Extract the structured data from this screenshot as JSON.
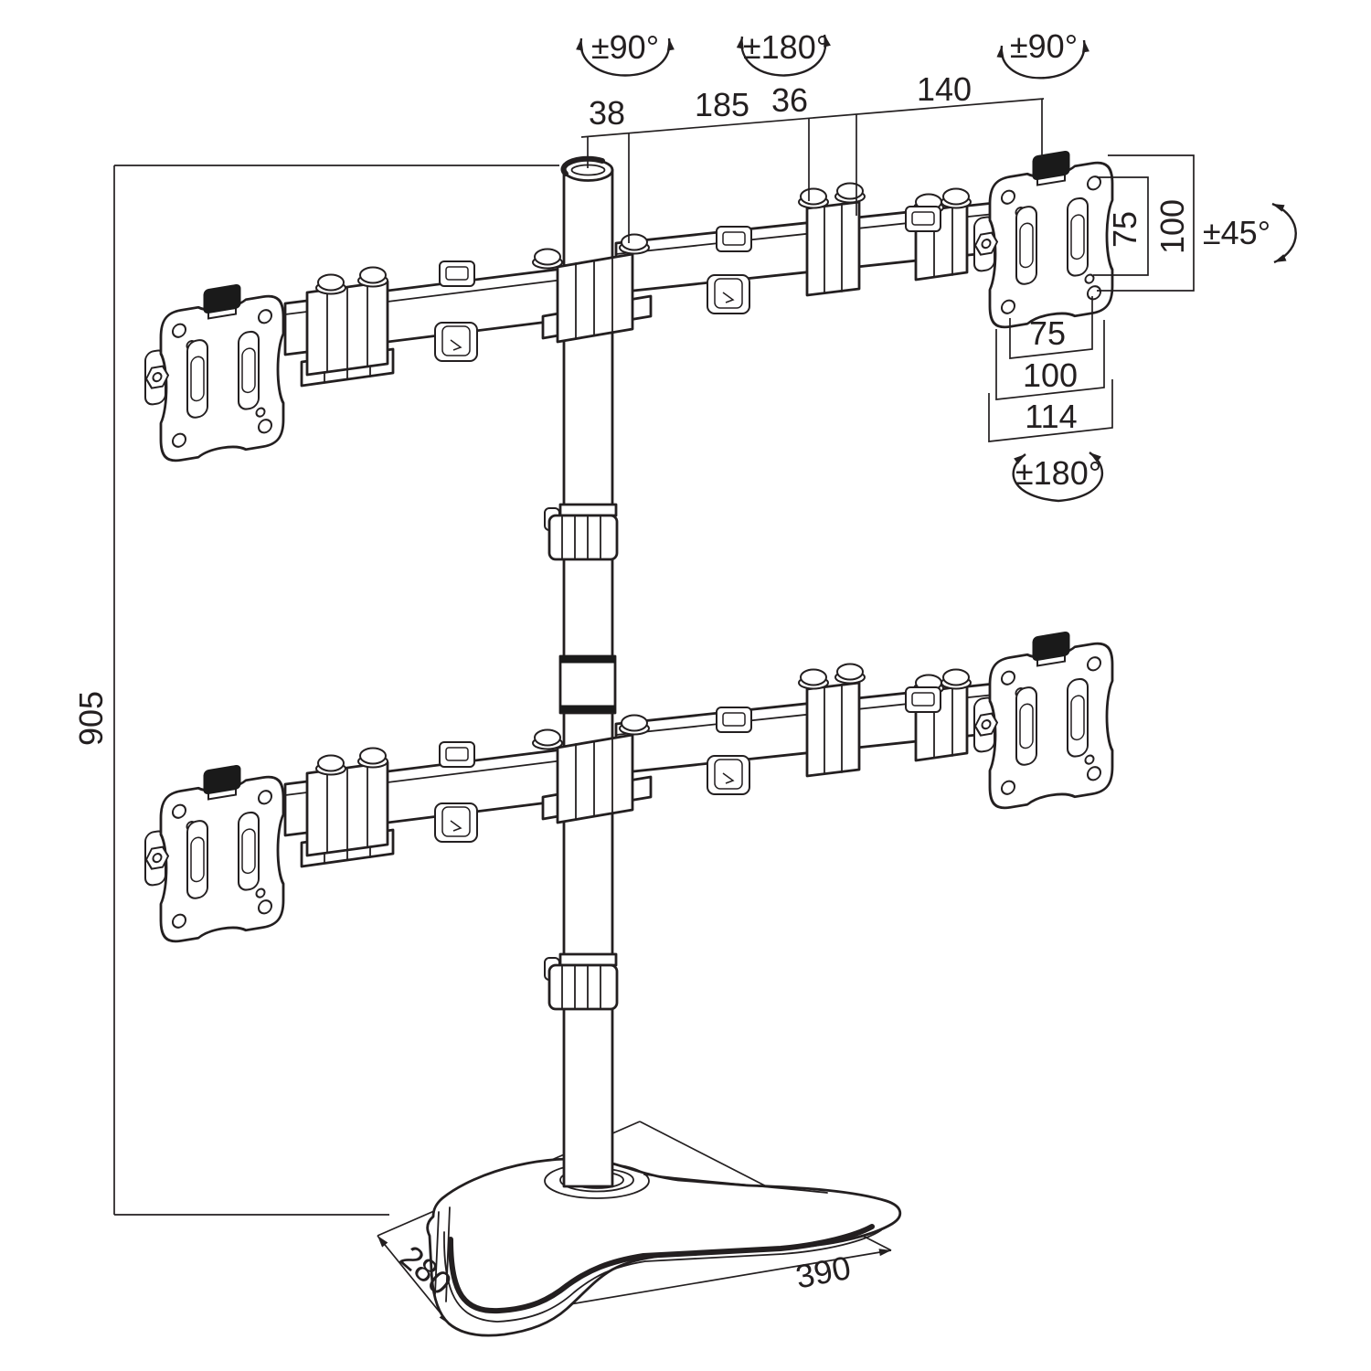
{
  "colors": {
    "line": "#231f20",
    "knob": "#1a1a1a",
    "background": "#ffffff"
  },
  "dimensions": {
    "top_chain": {
      "pole_offset": "38",
      "arm_inner": "185",
      "joint_width": "36",
      "arm_outer": "140"
    },
    "height": "905",
    "vesa": {
      "vertical_inner": "75",
      "vertical_outer": "100",
      "horizontal_inner": "75",
      "horizontal_outer": "100",
      "plate_width": "114"
    },
    "base": {
      "depth": "280",
      "width": "390"
    }
  },
  "rotations": {
    "arm_left_swivel": "±90°",
    "arm_center_swivel": "±180°",
    "arm_right_swivel": "±90°",
    "tilt": "±45°",
    "plate_rotation": "±180°"
  }
}
